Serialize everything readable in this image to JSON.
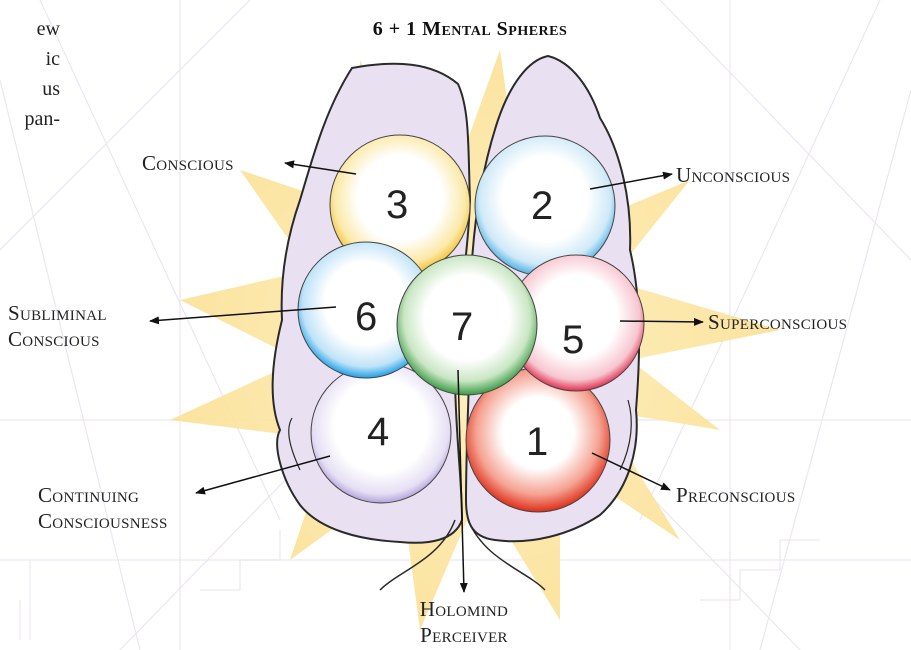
{
  "title": "6 + 1 Mental Spheres",
  "side_text": [
    "ew",
    "ic",
    "us",
    "pan-"
  ],
  "spheres": [
    {
      "number": "3",
      "color": "#f5c842"
    },
    {
      "number": "2",
      "color": "#5ab8e8"
    },
    {
      "number": "6",
      "color": "#2aa3e6"
    },
    {
      "number": "7",
      "color": "#3fa04a"
    },
    {
      "number": "5",
      "color": "#e23a5a"
    },
    {
      "number": "4",
      "color": "#b9a9dc"
    },
    {
      "number": "1",
      "color": "#e0341f"
    }
  ],
  "labels": {
    "conscious": "Conscious",
    "unconscious": "Unconscious",
    "subliminal": [
      "Subliminal",
      "Conscious"
    ],
    "superconscious": "Superconscious",
    "continuing": [
      "Continuing",
      "Consciousness"
    ],
    "preconscious": "Preconscious",
    "holomind": [
      "Holomind",
      "Perceiver"
    ]
  },
  "colors": {
    "brain": "#e9e0f1",
    "brain_outline": "#2a2a2a",
    "star": "#fbe7a2",
    "background_lines": "#ece6f2"
  }
}
